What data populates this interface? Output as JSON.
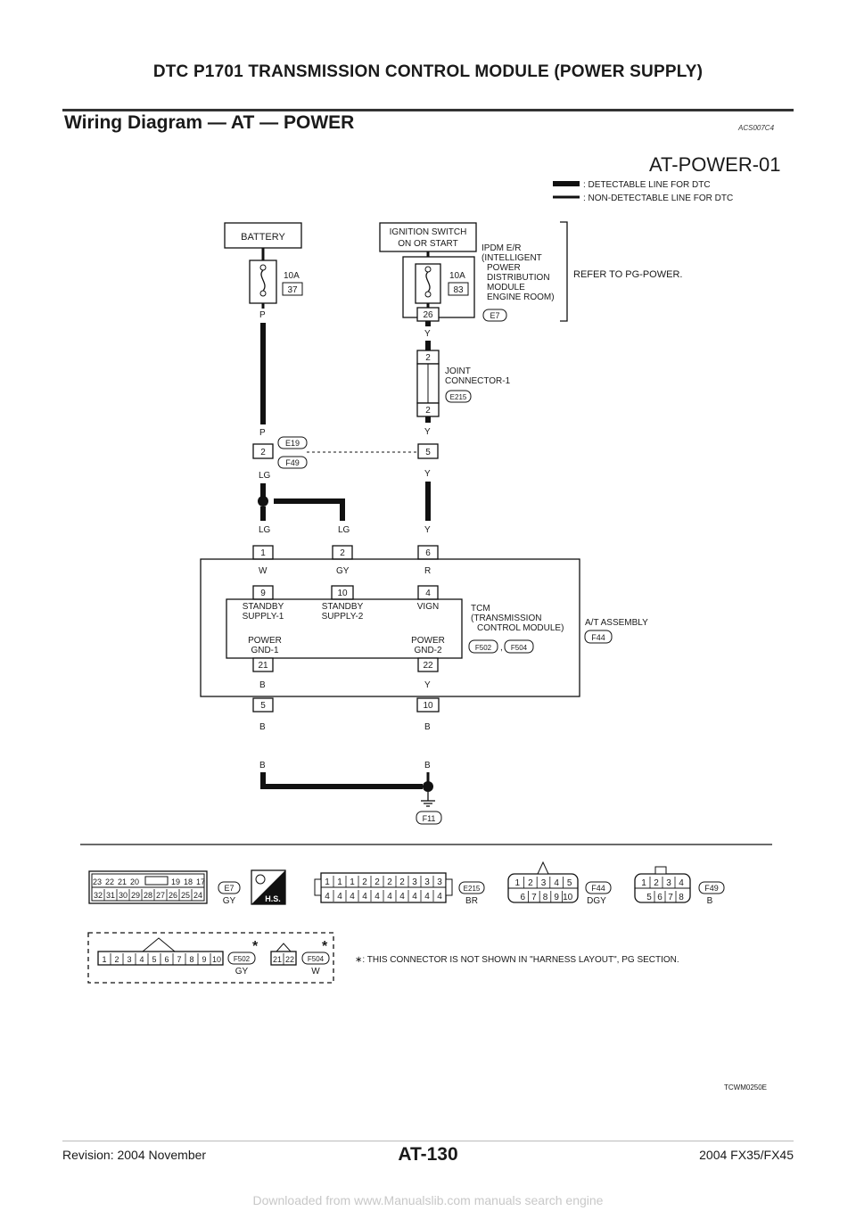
{
  "header": {
    "title": "DTC P1701 TRANSMISSION CONTROL MODULE (POWER SUPPLY)",
    "section_title": "Wiring Diagram — AT — POWER",
    "section_code": "ACS007C4"
  },
  "diagram": {
    "id": "AT-POWER-01",
    "legend_detectable": ": DETECTABLE LINE FOR DTC",
    "legend_non_detectable": ": NON-DETECTABLE LINE FOR DTC",
    "battery": "BATTERY",
    "fuse_left_amp": "10A",
    "fuse_left_no": "37",
    "ignition_1": "IGNITION SWITCH",
    "ignition_2": "ON OR START",
    "fuse_right_amp": "10A",
    "fuse_right_no": "83",
    "ipdm_1": "IPDM E/R",
    "ipdm_2": "(INTELLIGENT",
    "ipdm_3": "POWER",
    "ipdm_4": "DISTRIBUTION",
    "ipdm_5": "MODULE",
    "ipdm_6": "ENGINE ROOM)",
    "ipdm_conn": "E7",
    "refer": "REFER TO PG-POWER.",
    "pin_26": "26",
    "joint_1": "JOINT",
    "joint_2": "CONNECTOR-1",
    "joint_conn": "E215",
    "joint_pin_top": "2",
    "joint_pin_bot": "2",
    "conn_e19": "E19",
    "conn_f49": "F49",
    "pin_l2": "2",
    "pin_r5": "5",
    "w_p_top": "P",
    "w_p_bot": "P",
    "w_y_1": "Y",
    "w_y_2": "Y",
    "w_y_3": "Y",
    "w_lg_1": "LG",
    "w_lg_2": "LG",
    "w_lg_3": "LG",
    "w_y_4": "Y",
    "tcm_pin1": "1",
    "tcm_pin2": "2",
    "tcm_pin6": "6",
    "w_w": "W",
    "w_gy": "GY",
    "w_r": "R",
    "tcm_pin9": "9",
    "tcm_pin10": "10",
    "tcm_pin4": "4",
    "standby1_a": "STANDBY",
    "standby1_b": "SUPPLY-1",
    "standby2_a": "STANDBY",
    "standby2_b": "SUPPLY-2",
    "vign": "VIGN",
    "gnd1_a": "POWER",
    "gnd1_b": "GND-1",
    "gnd2_a": "POWER",
    "gnd2_b": "GND-2",
    "tcm_1": "TCM",
    "tcm_2": "(TRANSMISSION",
    "tcm_3": "CONTROL MODULE)",
    "conn_f502": "F502",
    "comma": ",",
    "conn_f504": "F504",
    "at_assy": "A/T ASSEMBLY",
    "conn_f44": "F44",
    "tcm_pin21": "21",
    "tcm_pin22": "22",
    "w_b_1": "B",
    "w_y_5": "Y",
    "pin_b5": "5",
    "pin_b10": "10",
    "w_b_2": "B",
    "w_b_3": "B",
    "w_b_4": "B",
    "w_b_5": "B",
    "ground": "F11",
    "code": "TCWM0250E"
  },
  "connectors": {
    "e7_top": [
      "23",
      "22",
      "21",
      "20",
      "19",
      "18",
      "17"
    ],
    "e7_bot": [
      "32",
      "31",
      "30",
      "29",
      "28",
      "27",
      "26",
      "25",
      "24"
    ],
    "e7_label": "E7",
    "e7_color": "GY",
    "hs": "H.S.",
    "e215_top": [
      "1",
      "1",
      "1",
      "2",
      "2",
      "2",
      "2",
      "3",
      "3",
      "3"
    ],
    "e215_bot": [
      "4",
      "4",
      "4",
      "4",
      "4",
      "4",
      "4",
      "4",
      "4",
      "4"
    ],
    "e215_label": "E215",
    "e215_color": "BR",
    "f44_top": [
      "1",
      "2",
      "3",
      "4",
      "5"
    ],
    "f44_bot": [
      "6",
      "7",
      "8",
      "9",
      "10"
    ],
    "f44_label": "F44",
    "f44_color": "DGY",
    "f49_top": [
      "1",
      "2",
      "3",
      "4"
    ],
    "f49_bot": [
      "5",
      "6",
      "7",
      "8"
    ],
    "f49_label": "F49",
    "f49_color": "B",
    "f502_pins": [
      "1",
      "2",
      "3",
      "4",
      "5",
      "6",
      "7",
      "8",
      "9",
      "10"
    ],
    "f502_label": "F502",
    "f502_color": "GY",
    "f504_pins": [
      "21",
      "22"
    ],
    "f504_label": "F504",
    "f504_color": "W",
    "star": "*",
    "note": "∗: THIS CONNECTOR IS NOT SHOWN IN \"HARNESS LAYOUT\", PG SECTION."
  },
  "footer": {
    "page": "AT-130",
    "revision": "Revision: 2004 November",
    "model": "2004 FX35/FX45",
    "site": "Downloaded from www.Manualslib.com manuals search engine"
  }
}
